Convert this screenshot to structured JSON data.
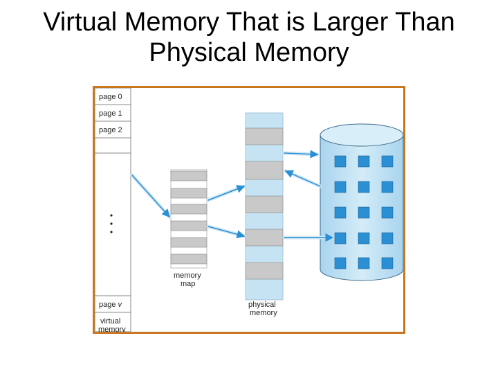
{
  "slide": {
    "title_line1": "Virtual Memory That is Larger Than",
    "title_line2": "Physical Memory"
  },
  "diagram": {
    "virtual_memory": {
      "pages": [
        "page 0",
        "page 1",
        "page 2"
      ],
      "ellipsis": "•\n•\n•",
      "last_page": "page v",
      "label_line1": "virtual",
      "label_line2": "memory"
    },
    "memory_map": {
      "label_line1": "memory",
      "label_line2": "map"
    },
    "physical_memory": {
      "label_line1": "physical",
      "label_line2": "memory"
    },
    "colors": {
      "frame_border": "#c8761f",
      "light_blue": "#c6e3f4",
      "gray_block": "#c9c9c9",
      "disk_blue": "#bfe0f3",
      "disk_square": "#2b8fd4",
      "arrow": "#2b8fd4"
    }
  }
}
